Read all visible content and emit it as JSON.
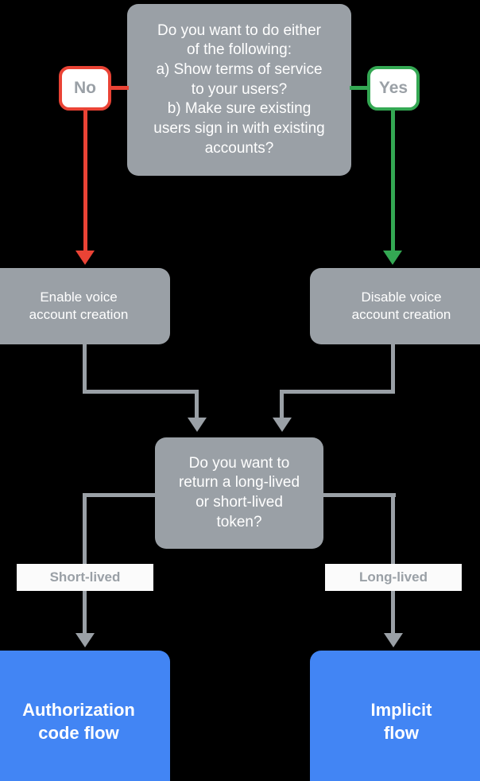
{
  "diagram": {
    "title": "Account linking flow decision chart",
    "background_color": "#000000"
  },
  "nodes": {
    "top_decision": {
      "text": "Do you want to do either\nof the following:\na) Show terms of service\nto your users?\nb) Make sure existing\nusers sign in with existing\naccounts?",
      "fill": "#9aa0a6",
      "text_color": "#ffffff"
    },
    "enable": {
      "text": "Enable voice\naccount creation",
      "fill": "#9aa0a6",
      "text_color": "#ffffff"
    },
    "disable": {
      "text": "Disable voice\naccount creation",
      "fill": "#9aa0a6",
      "text_color": "#ffffff"
    },
    "token_decision": {
      "text": "Do you want to\nreturn a long-lived\nor short-lived\ntoken?",
      "fill": "#9aa0a6",
      "text_color": "#ffffff"
    },
    "auth_code_flow": {
      "text": "Authorization\ncode flow",
      "fill": "#4285f4",
      "text_color": "#ffffff"
    },
    "implicit_flow": {
      "text": "Implicit\nflow",
      "fill": "#4285f4",
      "text_color": "#ffffff"
    }
  },
  "badges": {
    "no": {
      "label": "No",
      "border_color": "#ea4335",
      "fill": "#ffffff",
      "text_color": "#9aa0a6"
    },
    "yes": {
      "label": "Yes",
      "border_color": "#34a853",
      "fill": "#ffffff",
      "text_color": "#9aa0a6"
    }
  },
  "edge_labels": {
    "short_lived": {
      "label": "Short-lived",
      "fill": "#fbfbfb",
      "text_color": "#9aa0a6"
    },
    "long_lived": {
      "label": "Long-lived",
      "fill": "#fbfbfb",
      "text_color": "#9aa0a6"
    }
  },
  "edges": [
    {
      "from": "top_decision",
      "to": "enable",
      "label": "No",
      "color": "#ea4335"
    },
    {
      "from": "top_decision",
      "to": "disable",
      "label": "Yes",
      "color": "#34a853"
    },
    {
      "from": "enable",
      "to": "token_decision",
      "label": "",
      "color": "#9aa0a6"
    },
    {
      "from": "disable",
      "to": "token_decision",
      "label": "",
      "color": "#9aa0a6"
    },
    {
      "from": "token_decision",
      "to": "auth_code_flow",
      "label": "Short-lived",
      "color": "#9aa0a6"
    },
    {
      "from": "token_decision",
      "to": "implicit_flow",
      "label": "Long-lived",
      "color": "#9aa0a6"
    }
  ]
}
